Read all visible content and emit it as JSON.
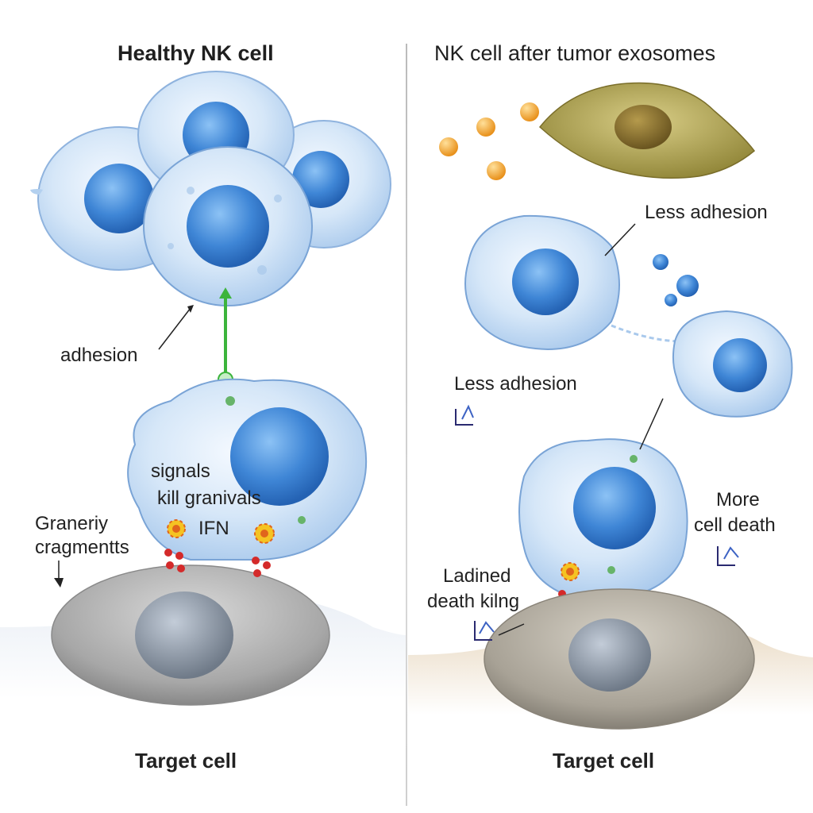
{
  "panels": {
    "left": {
      "title": "Healthy NK cell",
      "labels": {
        "adhesion": "adhesion",
        "signals": "signals",
        "kill_granules": "kill granivals",
        "ifn": "IFN",
        "granule_fragments_1": "Graneriy",
        "granule_fragments_2": "cragmentts",
        "target": "Target cell"
      }
    },
    "right": {
      "title": "NK cell after tumor exosomes",
      "labels": {
        "less_adhesion_top": "Less adhesion",
        "less_adhesion_mid": "Less adhesion",
        "more_cell_death_1": "More",
        "more_cell_death_2": "cell death",
        "ladined_1": "Ladined",
        "ladined_2": "death kilng",
        "target": "Target cell"
      }
    }
  },
  "colors": {
    "nk_cell": "#cfe3f7",
    "nucleus": "#3f86d6",
    "tumor_cell": "#b2a24f",
    "exosome": "#f2a12a",
    "target_cell": "#a9a9a9",
    "granule": "#d42a2a",
    "cytokine": "#f5c322",
    "signal_arrow": "#3cb43c"
  }
}
